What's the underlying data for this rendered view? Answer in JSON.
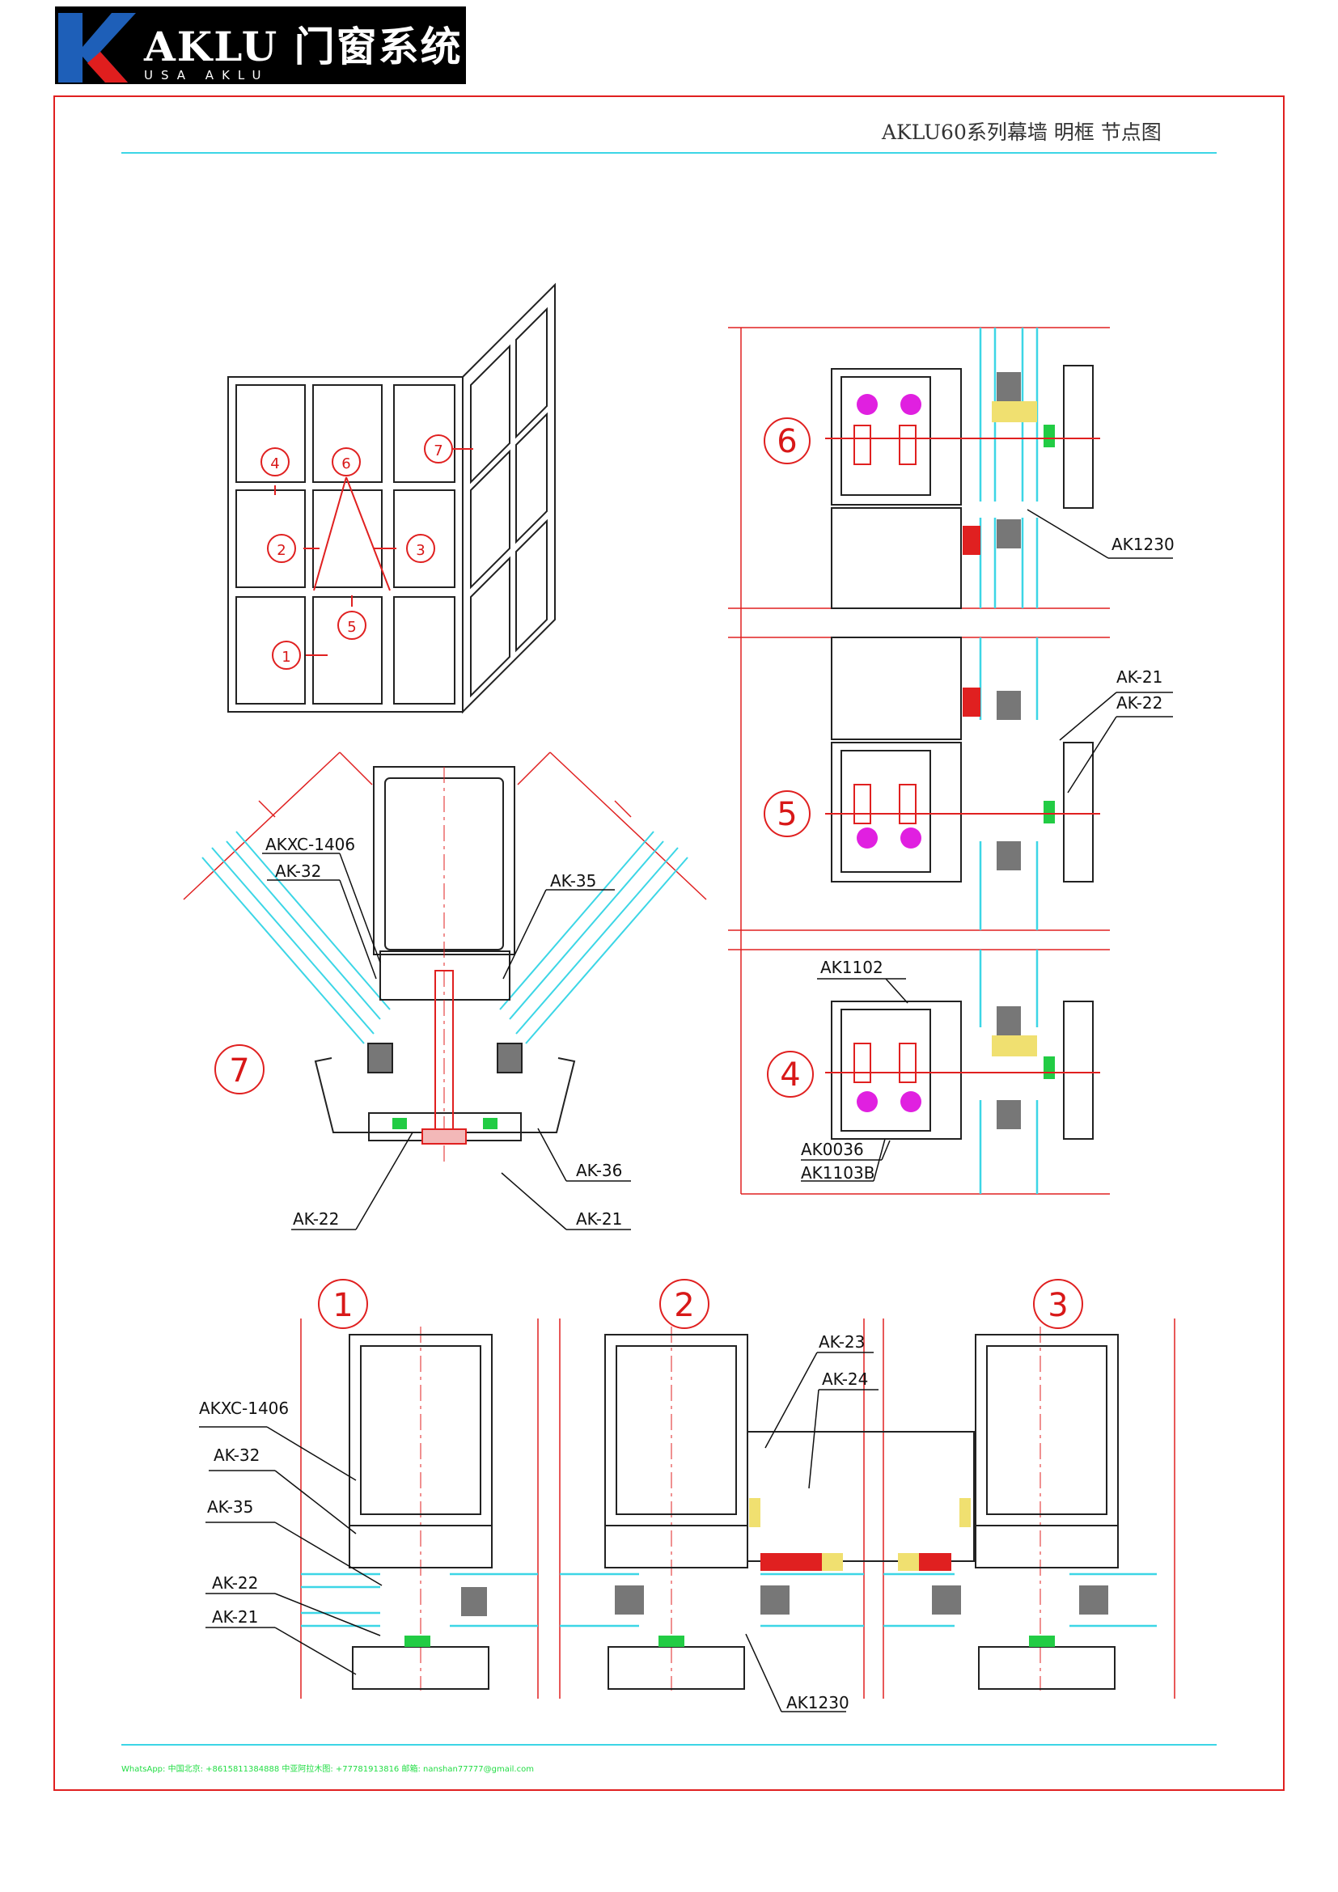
{
  "logo": {
    "brand": "AKLU 门窗系统",
    "subtext": "USA AKLU"
  },
  "title": "AKLU60系列幕墙 明框 节点图",
  "callouts": {
    "key_plan": [
      "1",
      "2",
      "3",
      "4",
      "5",
      "6",
      "7"
    ],
    "details": [
      "1",
      "2",
      "3",
      "4",
      "5",
      "6",
      "7"
    ]
  },
  "labels": {
    "d7_akxc": "AKXC-1406",
    "d7_ak32": "AK-32",
    "d7_ak35": "AK-35",
    "d7_ak36": "AK-36",
    "d7_ak22": "AK-22",
    "d7_ak21": "AK-21",
    "d6_ak1230": "AK1230",
    "d5_ak21": "AK-21",
    "d5_ak22": "AK-22",
    "d4_ak1102": "AK1102",
    "d4_ak0036": "AK0036",
    "d4_ak1103b": "AK1103B",
    "d1_akxc": "AKXC-1406",
    "d1_ak32": "AK-32",
    "d1_ak35": "AK-35",
    "d1_ak22": "AK-22",
    "d1_ak21": "AK-21",
    "d2_ak23": "AK-23",
    "d2_ak24": "AK-24",
    "d2_ak1230": "AK1230"
  },
  "footer": "WhatsApp: 中国北京: +8615811384888  中亚阿拉木图: +77781913816  邮箱: nanshan77777@gmail.com",
  "colors": {
    "frame": "#e02020",
    "rule": "#3cd6e6",
    "glass": "#3cd6e6",
    "footer": "#22dd44",
    "fastener": "#e020e0"
  }
}
